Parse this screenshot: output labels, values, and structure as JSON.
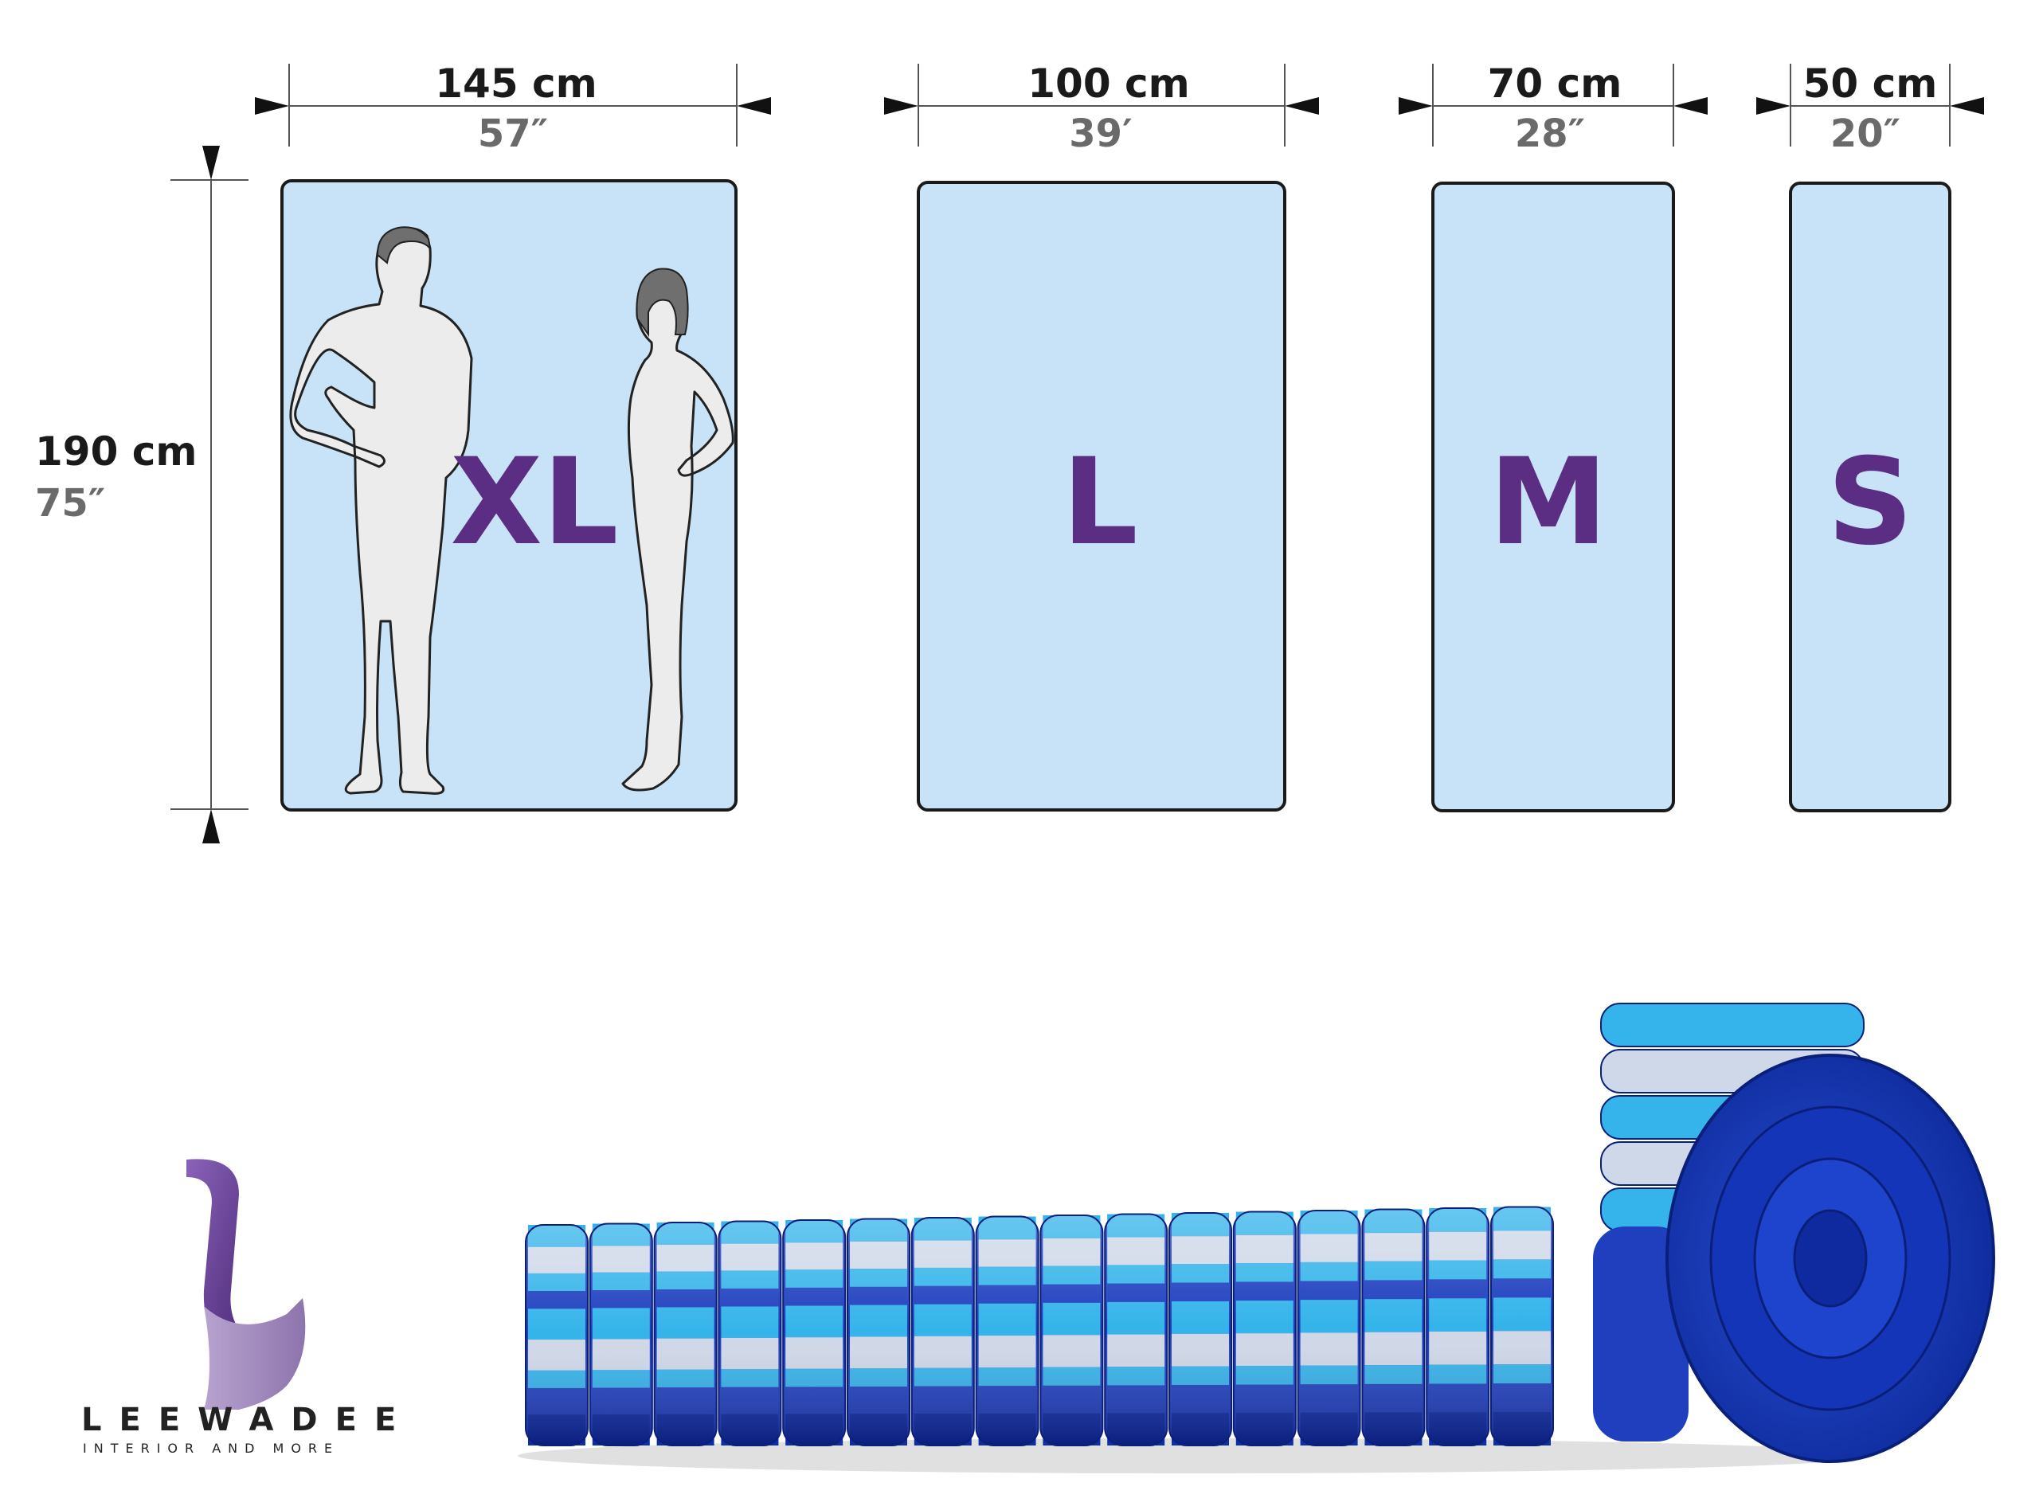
{
  "height": {
    "cm": "190 cm",
    "in": "75″"
  },
  "sizes": [
    {
      "label": "XL",
      "width_cm": "145 cm",
      "width_in": "57″"
    },
    {
      "label": "L",
      "width_cm": "100 cm",
      "width_in": "39′"
    },
    {
      "label": "M",
      "width_cm": "70 cm",
      "width_in": "28″"
    },
    {
      "label": "S",
      "width_cm": "50 cm",
      "width_in": "20″"
    }
  ],
  "brand": {
    "name": "LEEWADEE",
    "tagline": "INTERIOR AND MORE"
  },
  "colors": {
    "mat_fill": "#c8e2f7",
    "mat_stroke": "#1a1a1a",
    "letter": "#5b2d83",
    "logo_purple": "#6c4a9a",
    "cushion_blue": "#1f3fbf",
    "cushion_cyan": "#34b4ea"
  },
  "icons": [
    "man-silhouette-icon",
    "woman-silhouette-icon",
    "rolled-mattress-photo",
    "leewadee-logo-icon"
  ]
}
